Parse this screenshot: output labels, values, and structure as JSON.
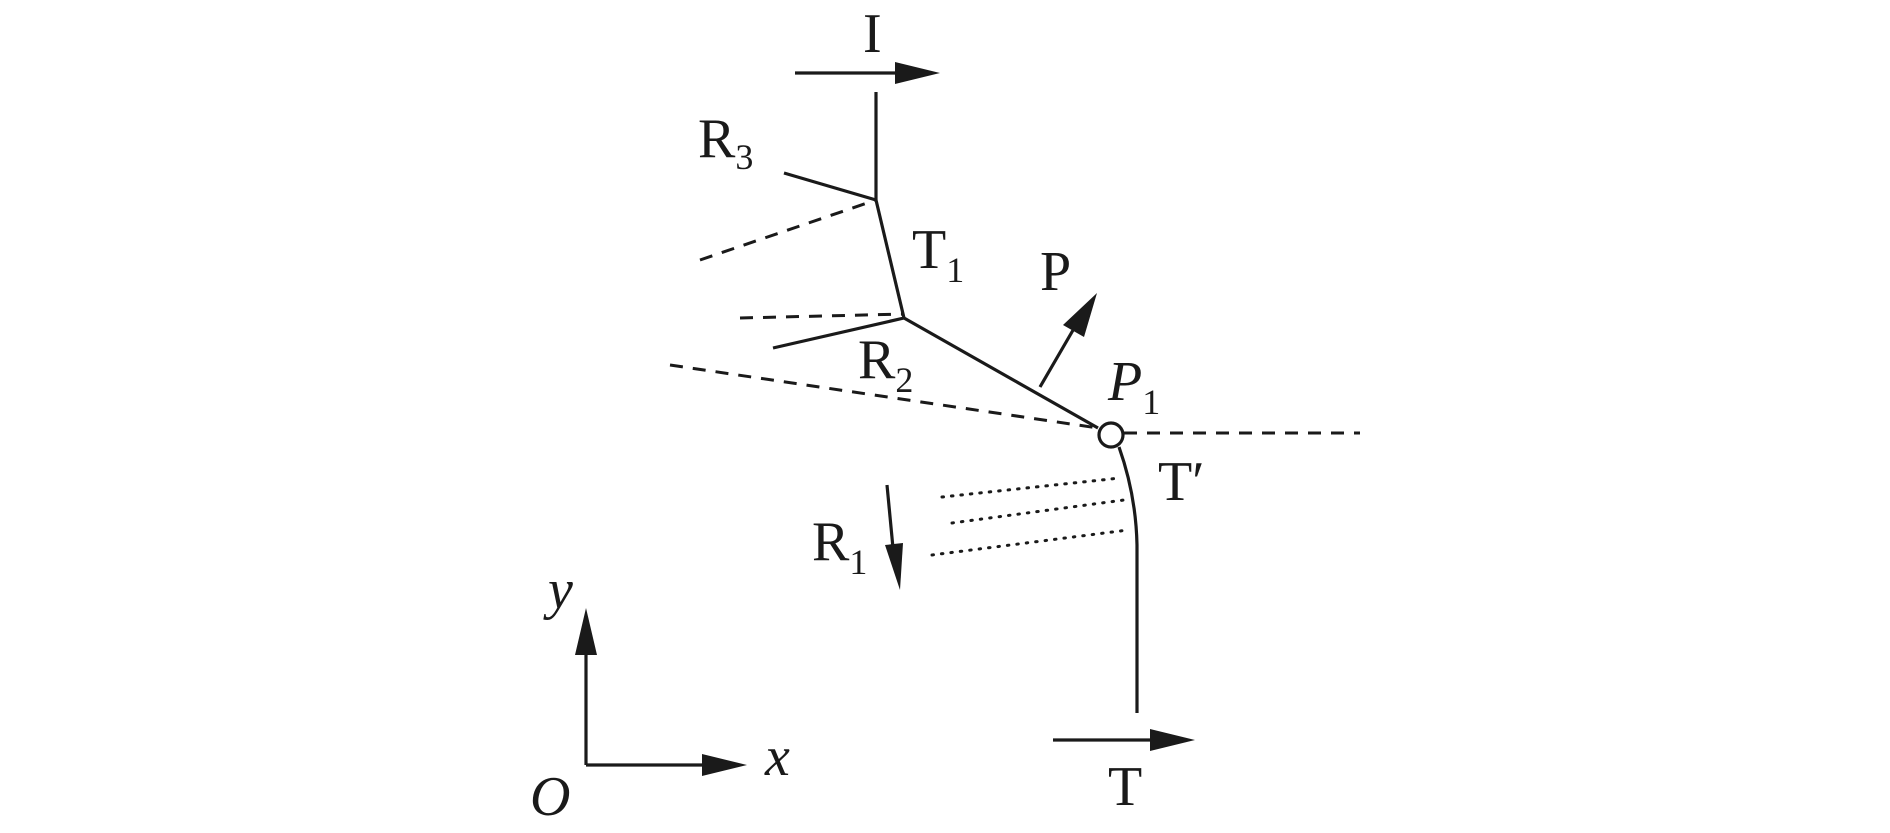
{
  "figure": {
    "labels": {
      "I": "I",
      "R3": {
        "main": "R",
        "sub": "3"
      },
      "T1": {
        "main": "T",
        "sub": "1"
      },
      "P": "P",
      "R2": {
        "main": "R",
        "sub": "2"
      },
      "P1": {
        "main": "P",
        "sub": "1"
      },
      "T_prime": "T′",
      "R1": {
        "main": "R",
        "sub": "1"
      },
      "T": "T",
      "axis_y": "y",
      "axis_x": "x",
      "origin": "O"
    },
    "colors": {
      "ink": "#1a1a1a",
      "background": "#ffffff"
    }
  }
}
